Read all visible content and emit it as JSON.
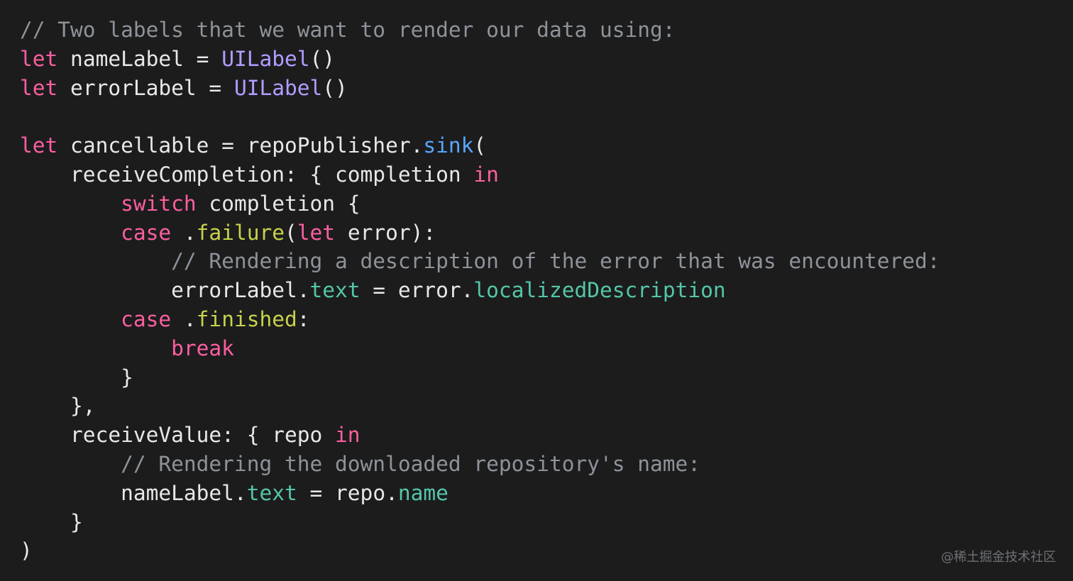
{
  "colors": {
    "background": "#1c1c1d",
    "plain": "#e8e8e8",
    "comment": "#8e9399",
    "keyword": "#fc5f9f",
    "type": "#b39cff",
    "method": "#58a6ff",
    "property": "#54c6a8",
    "enum_case": "#c8d24a"
  },
  "code": {
    "language": "swift",
    "lines": [
      [
        {
          "t": "// Two labels that we want to render our data using:",
          "k": "comment"
        }
      ],
      [
        {
          "t": "let",
          "k": "keyword"
        },
        {
          "t": " nameLabel = ",
          "k": "plain"
        },
        {
          "t": "UILabel",
          "k": "type"
        },
        {
          "t": "()",
          "k": "plain"
        }
      ],
      [
        {
          "t": "let",
          "k": "keyword"
        },
        {
          "t": " errorLabel = ",
          "k": "plain"
        },
        {
          "t": "UILabel",
          "k": "type"
        },
        {
          "t": "()",
          "k": "plain"
        }
      ],
      [],
      [
        {
          "t": "let",
          "k": "keyword"
        },
        {
          "t": " cancellable = repoPublisher.",
          "k": "plain"
        },
        {
          "t": "sink",
          "k": "method"
        },
        {
          "t": "(",
          "k": "plain"
        }
      ],
      [
        {
          "t": "    receiveCompletion: { completion ",
          "k": "plain"
        },
        {
          "t": "in",
          "k": "keyword"
        }
      ],
      [
        {
          "t": "        ",
          "k": "plain"
        },
        {
          "t": "switch",
          "k": "keyword"
        },
        {
          "t": " completion {",
          "k": "plain"
        }
      ],
      [
        {
          "t": "        ",
          "k": "plain"
        },
        {
          "t": "case",
          "k": "keyword"
        },
        {
          "t": " .",
          "k": "plain"
        },
        {
          "t": "failure",
          "k": "enum"
        },
        {
          "t": "(",
          "k": "plain"
        },
        {
          "t": "let",
          "k": "keyword"
        },
        {
          "t": " error):",
          "k": "plain"
        }
      ],
      [
        {
          "t": "            // Rendering a description of the error that was encountered:",
          "k": "comment"
        }
      ],
      [
        {
          "t": "            errorLabel.",
          "k": "plain"
        },
        {
          "t": "text",
          "k": "prop"
        },
        {
          "t": " = error.",
          "k": "plain"
        },
        {
          "t": "localizedDescription",
          "k": "prop"
        }
      ],
      [
        {
          "t": "        ",
          "k": "plain"
        },
        {
          "t": "case",
          "k": "keyword"
        },
        {
          "t": " .",
          "k": "plain"
        },
        {
          "t": "finished",
          "k": "enum"
        },
        {
          "t": ":",
          "k": "plain"
        }
      ],
      [
        {
          "t": "            ",
          "k": "plain"
        },
        {
          "t": "break",
          "k": "keyword"
        }
      ],
      [
        {
          "t": "        }",
          "k": "plain"
        }
      ],
      [
        {
          "t": "    },",
          "k": "plain"
        }
      ],
      [
        {
          "t": "    receiveValue: { repo ",
          "k": "plain"
        },
        {
          "t": "in",
          "k": "keyword"
        }
      ],
      [
        {
          "t": "        // Rendering the downloaded repository's name:",
          "k": "comment"
        }
      ],
      [
        {
          "t": "        nameLabel.",
          "k": "plain"
        },
        {
          "t": "text",
          "k": "prop"
        },
        {
          "t": " = repo.",
          "k": "plain"
        },
        {
          "t": "name",
          "k": "prop"
        }
      ],
      [
        {
          "t": "    }",
          "k": "plain"
        }
      ],
      [
        {
          "t": ")",
          "k": "plain"
        }
      ]
    ]
  },
  "watermark": {
    "text": "@稀土掘金技术社区"
  }
}
